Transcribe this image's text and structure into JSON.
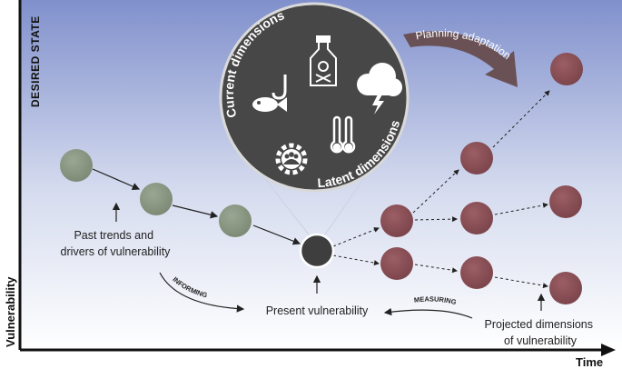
{
  "axes": {
    "y_label": "Vulnerability",
    "x_label": "Time",
    "top_label": "DESIRED STATE"
  },
  "callout": {
    "current": "Current dimensions",
    "latent": "Latent dimensions",
    "icons": [
      "fish-hook-icon",
      "poison-bottle-icon",
      "storm-cloud-icon",
      "thermometers-icon",
      "gear-people-icon"
    ]
  },
  "labels": {
    "past": [
      "Past trends and",
      "drivers of vulnerability"
    ],
    "present": "Present vulnerability",
    "projected": [
      "Projected dimensions",
      "of vulnerability"
    ],
    "informing": "INFORMING",
    "measuring": "MEASURING",
    "planning": "Planning adaptation"
  },
  "colors": {
    "past_node": "#8c9a86",
    "present_node": "#3f3f3f",
    "future_node": "#8a4f55",
    "callout_bg": "#4a4a4a",
    "gradient_top": "#7f8fcc"
  }
}
